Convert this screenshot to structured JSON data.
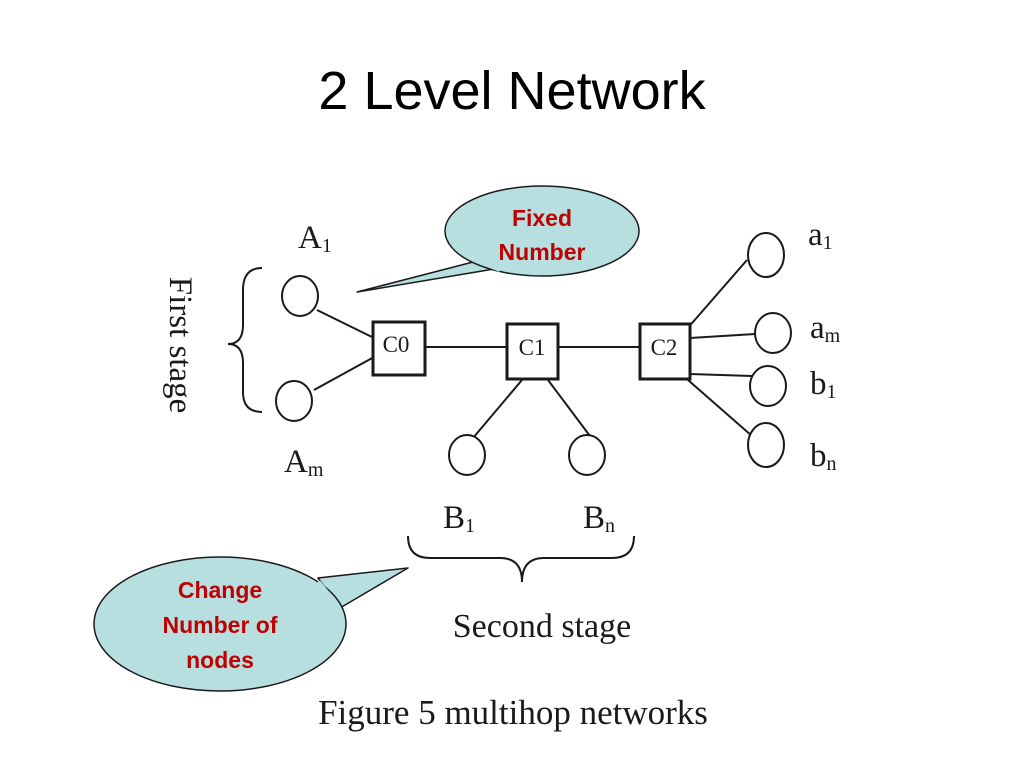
{
  "title": "2 Level Network",
  "callouts": {
    "fixed": {
      "line1": "Fixed",
      "line2": "Number"
    },
    "change": {
      "line1": "Change",
      "line2": "Number of",
      "line3": "nodes"
    }
  },
  "stage_labels": {
    "first": "First stage",
    "second": "Second stage"
  },
  "controllers": {
    "c0": "C0",
    "c1": "C1",
    "c2": "C2"
  },
  "node_labels": {
    "A1": {
      "base": "A",
      "sub": "1"
    },
    "Am": {
      "base": "A",
      "sub": "m"
    },
    "B1": {
      "base": "B",
      "sub": "1"
    },
    "Bn": {
      "base": "B",
      "sub": "n"
    },
    "a1": {
      "base": "a",
      "sub": "1"
    },
    "am": {
      "base": "a",
      "sub": "m"
    },
    "b1": {
      "base": "b",
      "sub": "1"
    },
    "bn": {
      "base": "b",
      "sub": "n"
    }
  },
  "figure_caption": "Figure 5 multihop networks",
  "colors": {
    "callout_fill": "#b7dfe0",
    "callout_text": "#c00000",
    "line": "#1a1a1a"
  }
}
